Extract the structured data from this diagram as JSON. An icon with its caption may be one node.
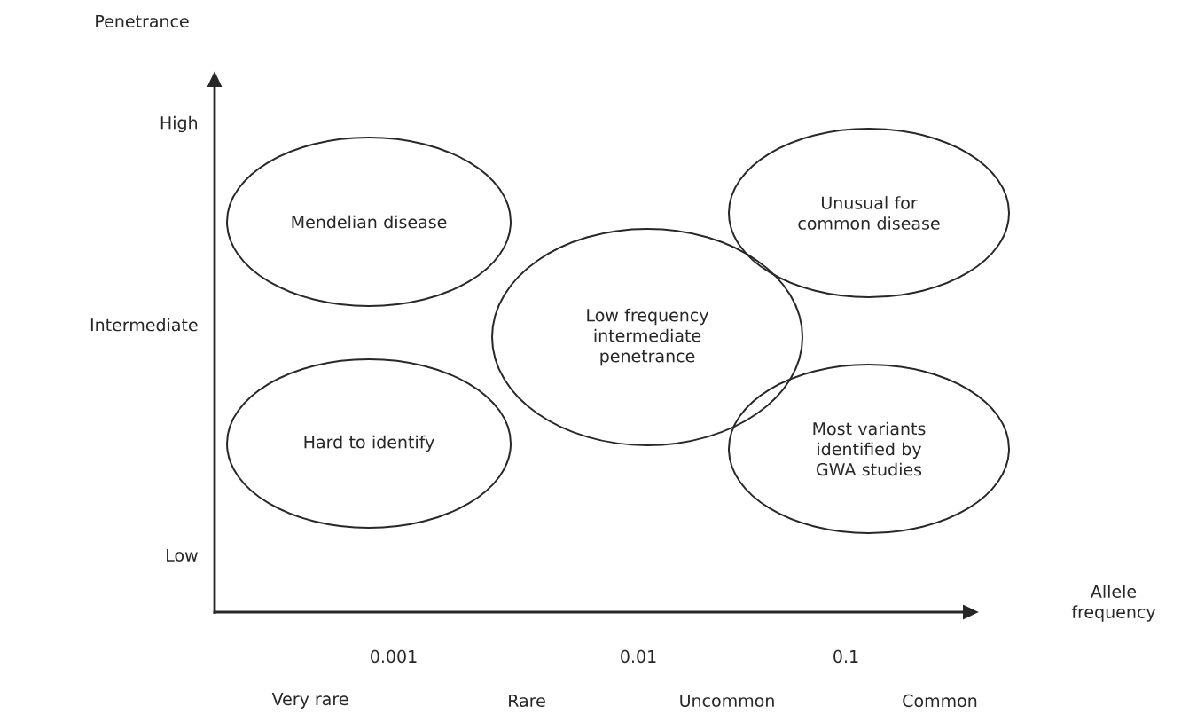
{
  "diagram": {
    "nodes": [
      {
        "text": [
          "Mendelian disease"
        ]
      },
      {
        "text": [
          "Unusual for common disease"
        ]
      },
      {
        "text": [
          "Low frequency intermediate penetrance"
        ]
      },
      {
        "text": [
          "Hard to identify"
        ]
      },
      {
        "text": [
          "Most variants identified by GWA studies"
        ]
      }
    ],
    "edges": [],
    "labels": [
      "Penetrance",
      "High",
      "Intermediate",
      "Low",
      "Allele frequency",
      "0.001",
      "0.01",
      "0.1",
      "Very rare",
      "Rare",
      "Uncommon",
      "Common"
    ]
  }
}
